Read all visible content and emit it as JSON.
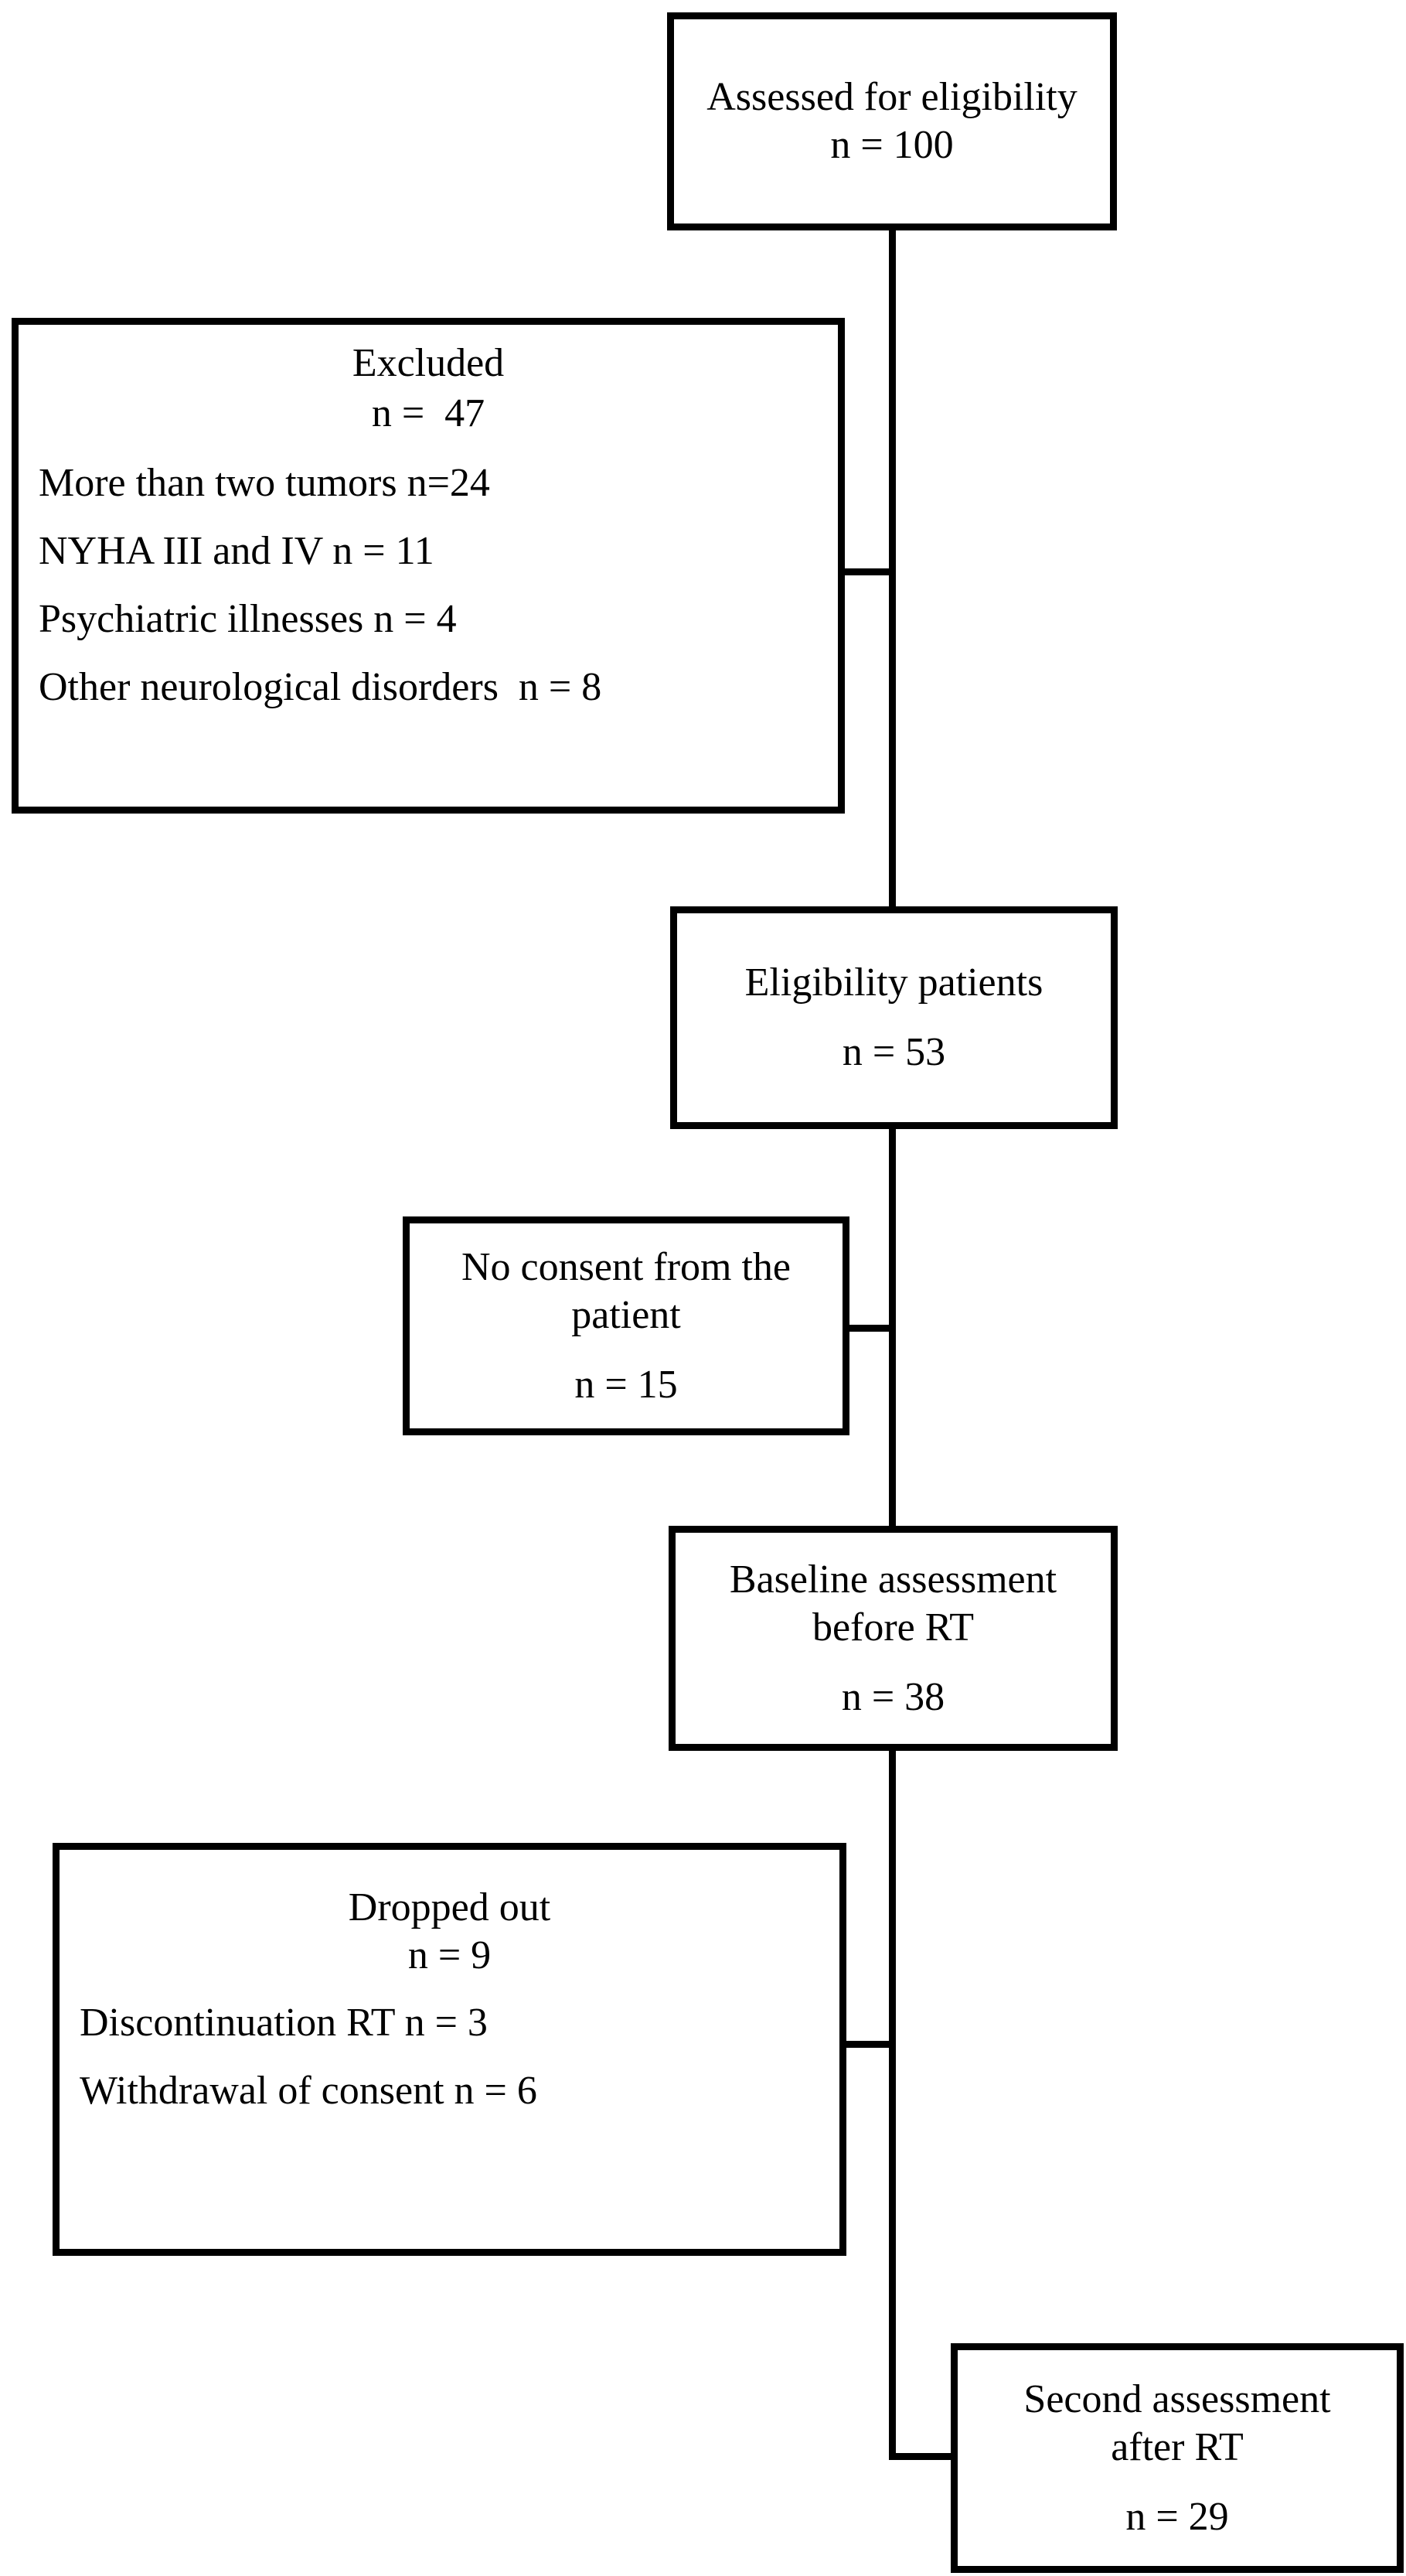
{
  "figure": {
    "kind": "consort-flow-diagram",
    "colors": {
      "line": "#000000",
      "background": "#ffffff",
      "text": "#000000"
    },
    "boxes": {
      "assessed": {
        "lines": [
          "Assessed for eligibility"
        ],
        "n": "n = 100"
      },
      "excluded": {
        "lines": [
          "Excluded"
        ],
        "n": "n =  47",
        "items": [
          "More than two tumors n=24",
          "NYHA III and IV n = 11",
          "Psychiatric illnesses n = 4",
          "Other neurological disorders  n = 8"
        ]
      },
      "eligibility": {
        "lines": [
          "Eligibility patients"
        ],
        "n": "n = 53"
      },
      "no_consent": {
        "lines": [
          "No consent from the",
          "patient"
        ],
        "n": "n = 15"
      },
      "baseline": {
        "lines": [
          "Baseline assessment",
          "before RT"
        ],
        "n": "n = 38"
      },
      "dropped": {
        "lines": [
          "Dropped out"
        ],
        "n": "n = 9",
        "items": [
          "Discontinuation RT n = 3",
          "Withdrawal of consent n = 6"
        ]
      },
      "second": {
        "lines": [
          "Second assessment",
          "after RT"
        ],
        "n": "n = 29"
      }
    }
  }
}
